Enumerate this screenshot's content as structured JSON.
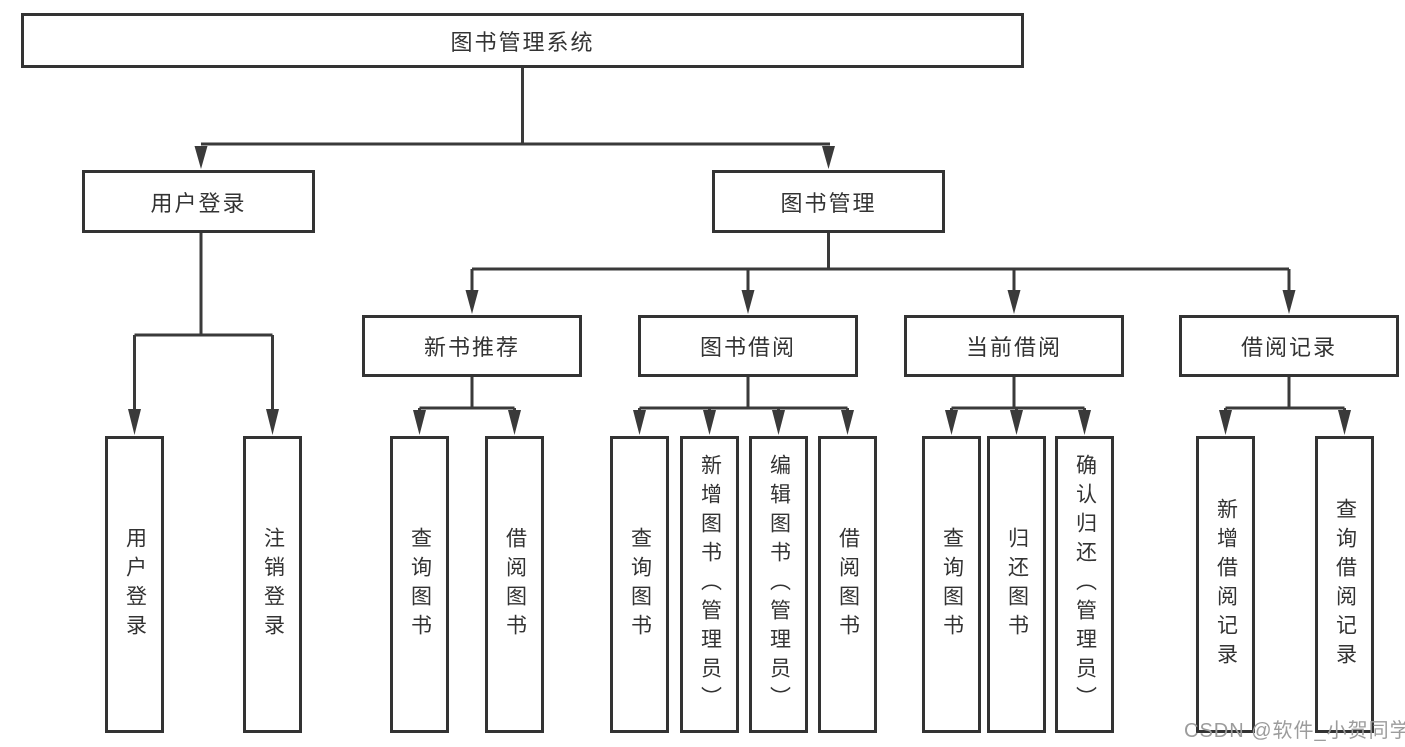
{
  "diagram": {
    "root": {
      "label": "图书管理系统"
    },
    "level2": [
      {
        "label": "用户登录"
      },
      {
        "label": "图书管理"
      }
    ],
    "level3": [
      {
        "label": "新书推荐"
      },
      {
        "label": "图书借阅"
      },
      {
        "label": "当前借阅"
      },
      {
        "label": "借阅记录"
      }
    ],
    "leaves": {
      "user_login": [
        "用户登录",
        "注销登录"
      ],
      "new_book": [
        "查询图书",
        "借阅图书"
      ],
      "book_borrow": [
        "查询图书",
        "新增图书（管理员）",
        "编辑图书（管理员）",
        "借阅图书"
      ],
      "current_borrow": [
        "查询图书",
        "归还图书",
        "确认归还（管理员）"
      ],
      "borrow_records": [
        "新增借阅记录",
        "查询借阅记录"
      ]
    }
  },
  "watermark": {
    "text": "CSDN @软件_小贺同学"
  },
  "colors": {
    "line": "#3a3a3a",
    "box_border": "#333333",
    "text": "#333333",
    "watermark": "#9c9c9c",
    "background": "#ffffff"
  }
}
